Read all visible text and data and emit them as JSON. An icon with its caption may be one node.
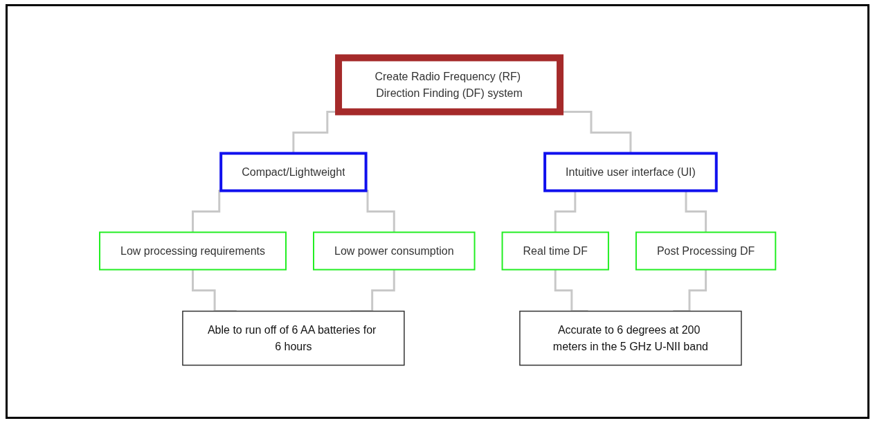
{
  "diagram": {
    "nodes": [
      {
        "text": [
          "Create Radio Frequency (RF) Direction Finding (DF) system"
        ]
      },
      {
        "text": [
          "Compact/Lightweight"
        ]
      },
      {
        "text": [
          "Intuitive user interface (UI)"
        ]
      },
      {
        "text": [
          "Low processing requirements"
        ]
      },
      {
        "text": [
          "Low power consumption"
        ]
      },
      {
        "text": [
          "Real time DF"
        ]
      },
      {
        "text": [
          "Post Processing DF"
        ]
      },
      {
        "text": [
          "Able to run off of 6 AA batteries for 6 hours"
        ]
      },
      {
        "text": [
          "Accurate to 6 degrees at 200 meters in the 5 GHz U-NII band"
        ]
      }
    ],
    "edges": [
      {
        "from": 0,
        "to": 1,
        "arrow": "none"
      },
      {
        "from": 0,
        "to": 2,
        "arrow": "none"
      },
      {
        "from": 1,
        "to": 3,
        "arrow": "none"
      },
      {
        "from": 1,
        "to": 4,
        "arrow": "none"
      },
      {
        "from": 2,
        "to": 5,
        "arrow": "none"
      },
      {
        "from": 2,
        "to": 6,
        "arrow": "none"
      },
      {
        "from": 3,
        "to": 7,
        "arrow": "none"
      },
      {
        "from": 4,
        "to": 7,
        "arrow": "none"
      },
      {
        "from": 5,
        "to": 8,
        "arrow": "none"
      },
      {
        "from": 6,
        "to": 8,
        "arrow": "none"
      }
    ]
  }
}
